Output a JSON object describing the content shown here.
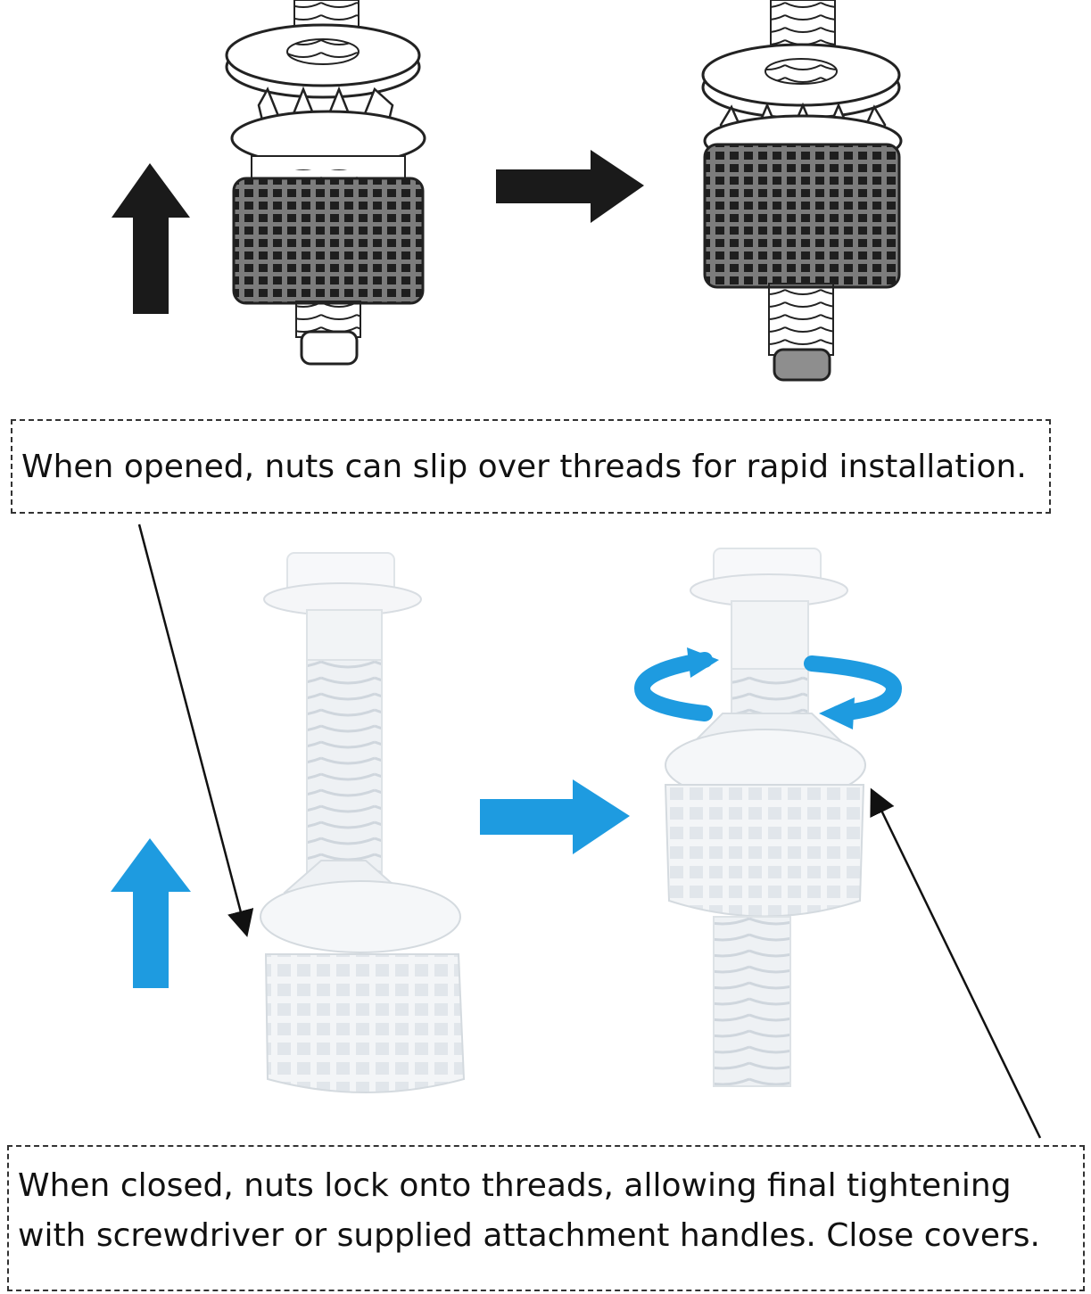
{
  "captions": {
    "open": "When opened, nuts can slip over threads for rapid installation.",
    "closed_line1": "When closed, nuts lock onto threads, allowing final tightening",
    "closed_line2": "with screwdriver or supplied attachment handles. Close covers."
  },
  "colors": {
    "arrow_dark": "#1a1a1a",
    "arrow_blue": "#1e9be0",
    "part_white": "#f4f6f8",
    "nut_gray": "#8e8e8e"
  }
}
